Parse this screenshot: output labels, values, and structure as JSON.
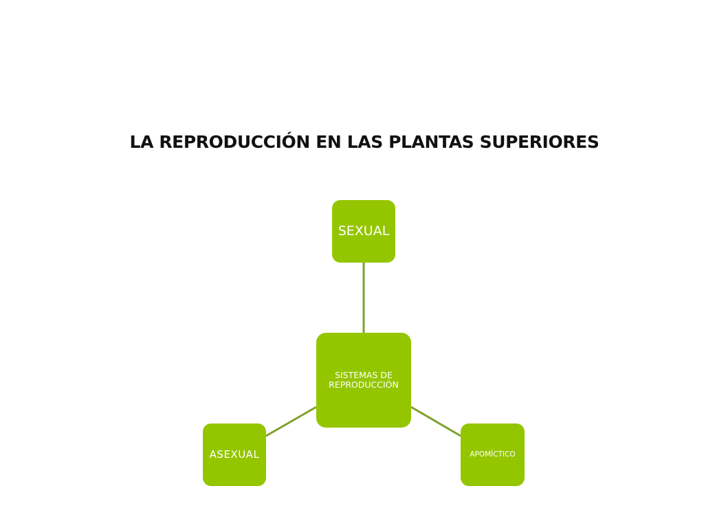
{
  "slide": {
    "title": "LA REPRODUCCIÓN EN LAS PLANTAS SUPERIORES"
  },
  "diagram": {
    "center": "SISTEMAS DE REPRODUCCIÓN",
    "nodes": {
      "top": "SEXUAL",
      "bottom_left": "ASEXUAL",
      "bottom_right": "APOMÍCTICO"
    },
    "colors": {
      "node_fill": "#94c600",
      "connector": "#7ea02a",
      "node_text": "#ffffff"
    }
  }
}
